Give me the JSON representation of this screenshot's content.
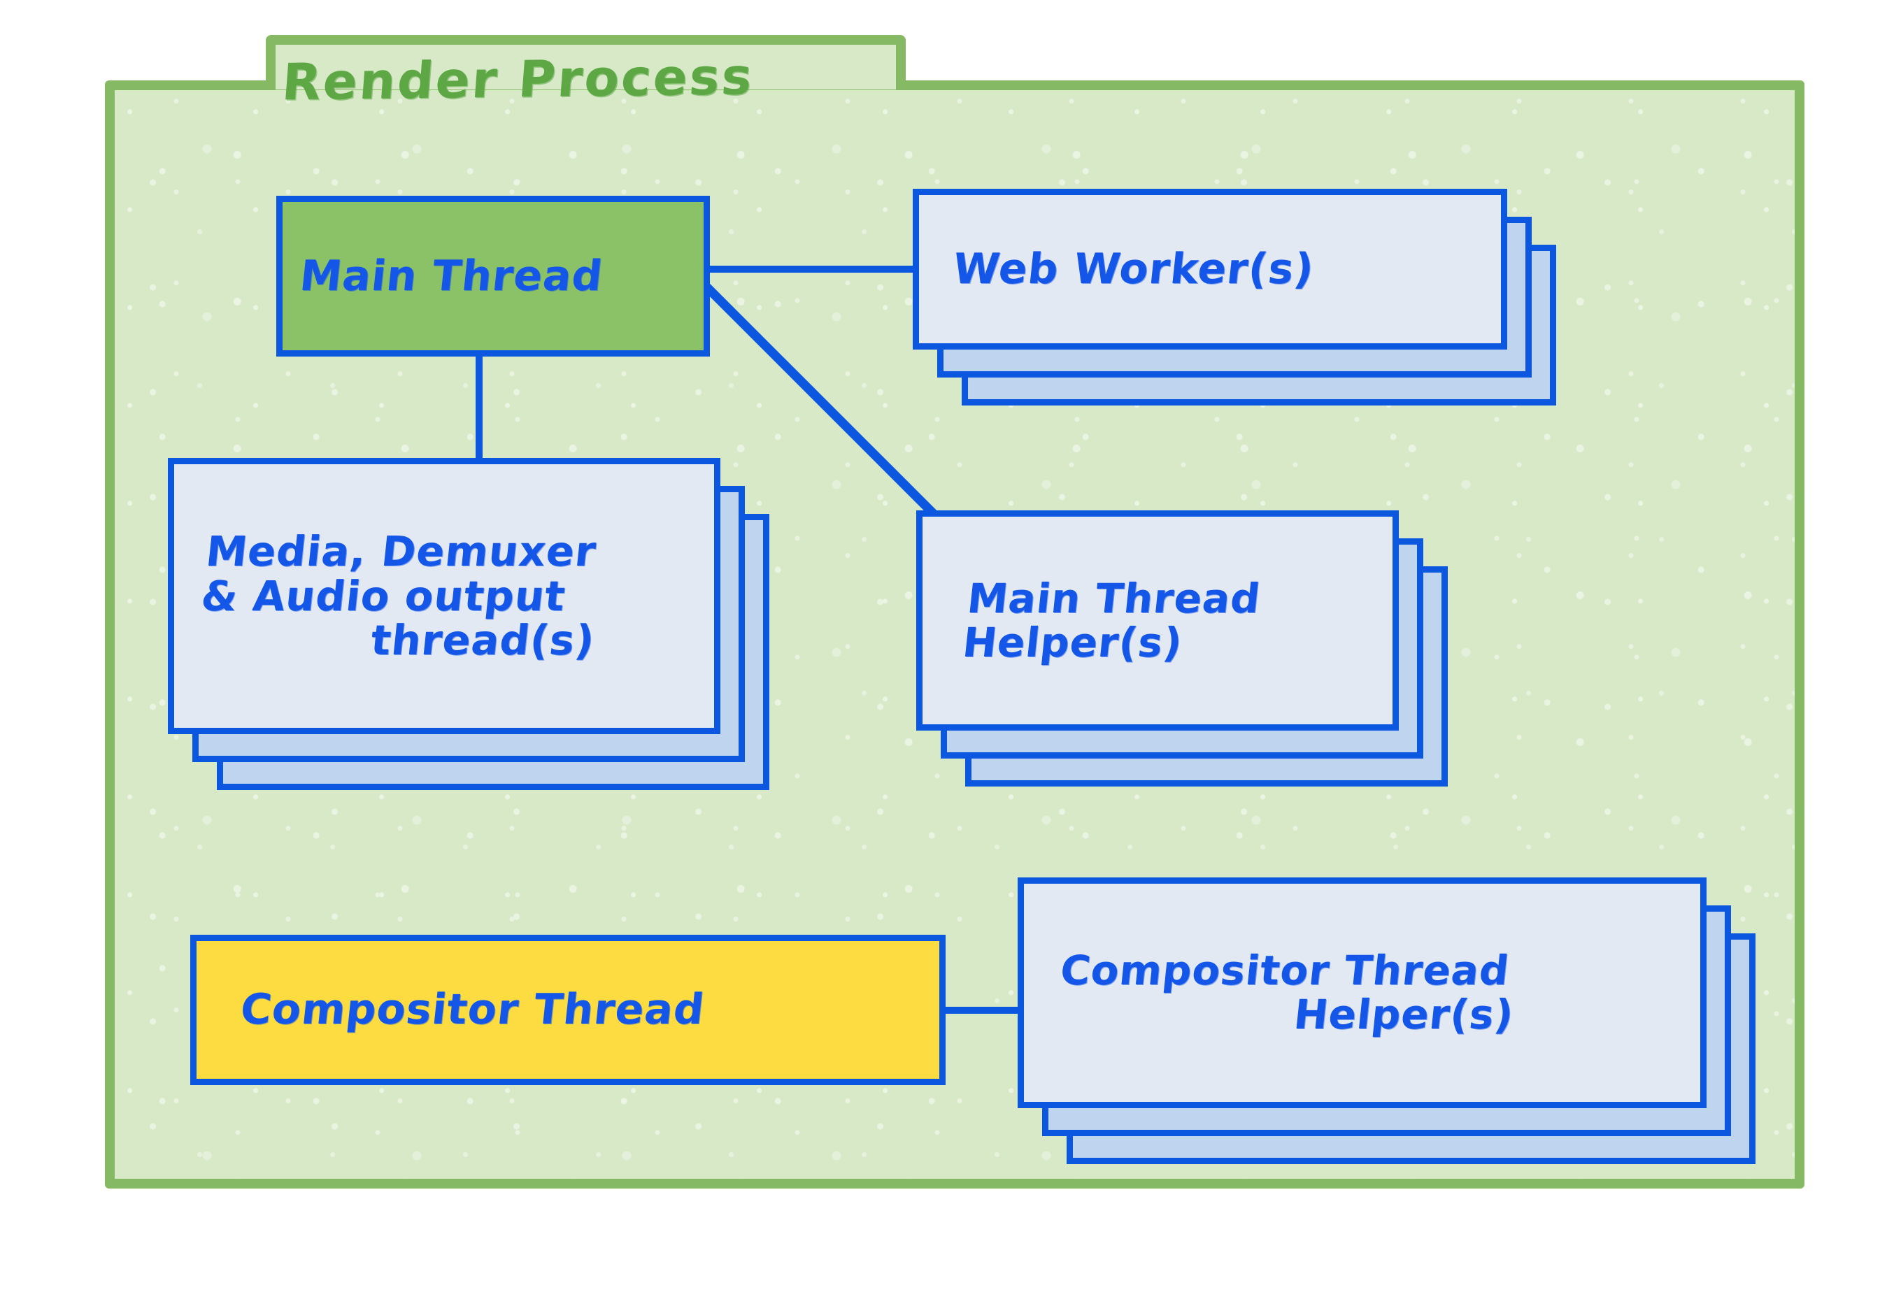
{
  "diagram": {
    "title": "Render Process",
    "colors": {
      "panel_border": "#85b963",
      "panel_fill": "#d7e9c7",
      "title_text": "#5da845",
      "node_border": "#0b57e0",
      "node_text": "#1356e8",
      "card_fill": "#e3e9f2",
      "card_shadow_fill": "#bfd5ef",
      "main_thread_fill": "#8cc267",
      "compositor_thread_fill": "#fcdc40"
    },
    "nodes": [
      {
        "id": "main-thread",
        "label": "Main Thread",
        "lines": [
          "Main Thread"
        ],
        "stacked": false,
        "fill": "main_thread_fill"
      },
      {
        "id": "web-workers",
        "label": "Web Worker(s)",
        "lines": [
          "Web Worker(s)"
        ],
        "stacked": true,
        "stack_count": 3,
        "fill": "card_fill"
      },
      {
        "id": "media-demuxer-audio",
        "label": "Media, Demuxer & Audio output thread(s)",
        "lines": [
          "Media, Demuxer",
          "& Audio output",
          "thread(s)"
        ],
        "stacked": true,
        "stack_count": 3,
        "fill": "card_fill"
      },
      {
        "id": "main-thread-helpers",
        "label": "Main Thread Helper(s)",
        "lines": [
          "Main Thread",
          "Helper(s)"
        ],
        "stacked": true,
        "stack_count": 3,
        "fill": "card_fill"
      },
      {
        "id": "compositor-thread",
        "label": "Compositor Thread",
        "lines": [
          "Compositor Thread"
        ],
        "stacked": false,
        "fill": "compositor_thread_fill"
      },
      {
        "id": "compositor-thread-helpers",
        "label": "Compositor Thread Helper(s)",
        "lines": [
          "Compositor Thread",
          "Helper(s)"
        ],
        "stacked": true,
        "stack_count": 3,
        "fill": "card_fill"
      }
    ],
    "connections": [
      {
        "from": "main-thread",
        "to": "web-workers",
        "kind": "horizontal"
      },
      {
        "from": "main-thread",
        "to": "media-demuxer-audio",
        "kind": "vertical"
      },
      {
        "from": "main-thread",
        "to": "main-thread-helpers",
        "kind": "diagonal"
      },
      {
        "from": "compositor-thread",
        "to": "compositor-thread-helpers",
        "kind": "horizontal"
      }
    ]
  }
}
